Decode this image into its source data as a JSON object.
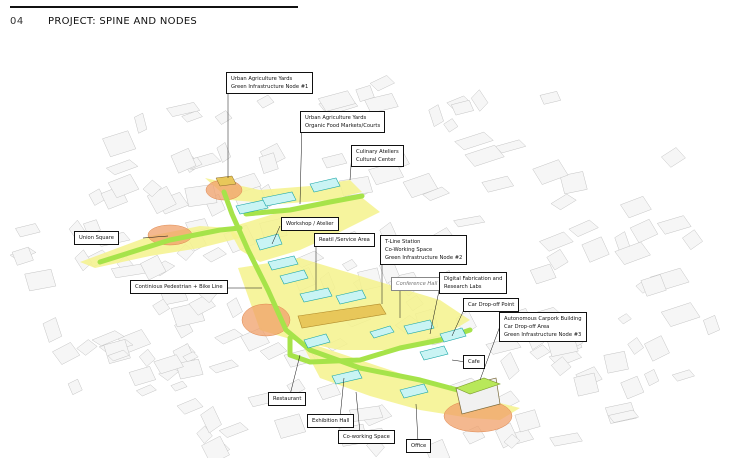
{
  "header": {
    "number": "04",
    "title": "PROJECT: SPINE AND NODES"
  },
  "colors": {
    "spine": "#a6e34a",
    "zone": "#f4f28c",
    "node": "#f0a06a",
    "new_building": "#38d7d7",
    "roof": "#e8c75a",
    "context": "#bdbdbd"
  },
  "labels": {
    "urban_ag_node1": [
      "Urban Agriculture Yards",
      "Green Infrastructure Node #1"
    ],
    "urban_ag_market": [
      "Urban Agriculture Yards",
      "Organic Food Markets/Courts"
    ],
    "culinary": [
      "Culinary Ateliers",
      "Cultural Center"
    ],
    "workshop": [
      "Workshop / Atelier"
    ],
    "union_square": [
      "Union Square"
    ],
    "retail": [
      "Reatil /Service Area"
    ],
    "tline": [
      "T-Line Station",
      "Co-Working Space",
      "Green Infrastructure Node #2"
    ],
    "pedestrian": [
      "Continious Pedestrian + Bike Line"
    ],
    "conference": [
      "Conference Hall"
    ],
    "digital_fab": [
      "Digital Fabrication and",
      "Research Labs"
    ],
    "car_dropoff": [
      "Car Drop-off Point"
    ],
    "autonomous": [
      "Autonomous Carpork Building",
      "Car Drop-off Area",
      "Green Infrastructure Node #3"
    ],
    "cafe": [
      "Cafe"
    ],
    "restaurant": [
      "Restaurant"
    ],
    "exhibition": [
      "Exhibition Hall"
    ],
    "coworking": [
      "Co-working Space"
    ],
    "office": [
      "Office"
    ]
  }
}
